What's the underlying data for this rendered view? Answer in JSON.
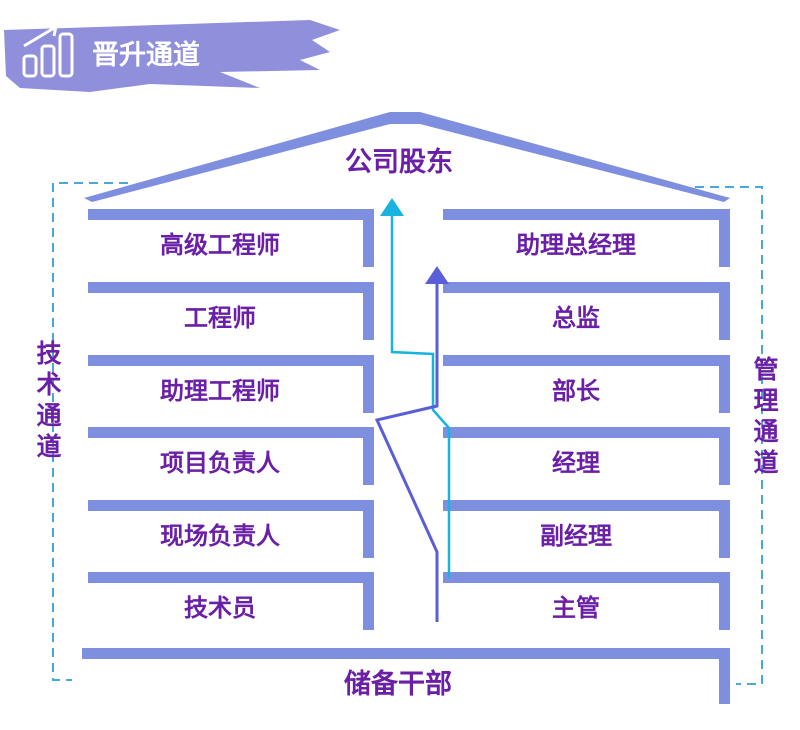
{
  "header": {
    "title": "晋升通道",
    "icon": "bar-chart-growth-icon"
  },
  "roof": {
    "label": "公司股东"
  },
  "base": {
    "label": "储备干部"
  },
  "left_tower": {
    "side_label": "技术通道",
    "levels": [
      "高级工程师",
      "工程师",
      "助理工程师",
      "项目负责人",
      "现场负责人",
      "技术员"
    ]
  },
  "right_tower": {
    "side_label": "管理通道",
    "levels": [
      "助理总经理",
      "总监",
      "部长",
      "经理",
      "副经理",
      "主管"
    ]
  },
  "colors": {
    "structure": "#7f8fe0",
    "text": "#6a1fa6",
    "dash": "#4aa8d8",
    "arrow_cyan": "#18b4e0",
    "arrow_blue": "#5a5fd8",
    "banner": "#8f8fdc",
    "title": "#ffffff"
  }
}
